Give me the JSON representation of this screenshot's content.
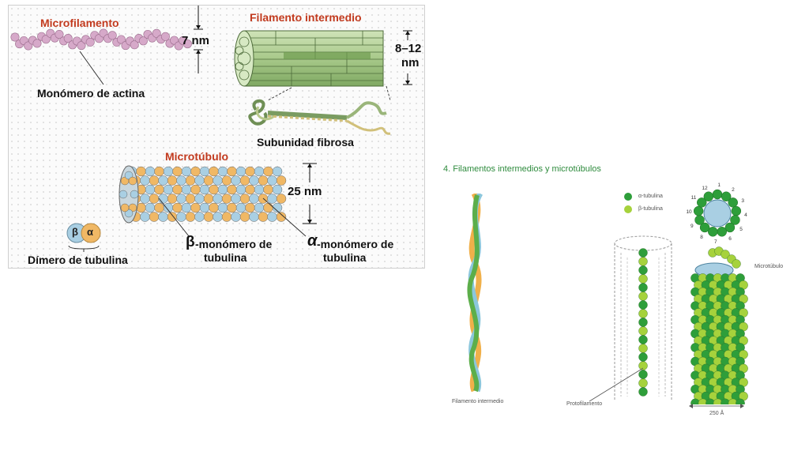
{
  "left_panel": {
    "microfilament_title": "Microfilamento",
    "microfilament_dim": "7 nm",
    "actin_monomer": "Monómero de actina",
    "intermediate_title": "Filamento intermedio",
    "intermediate_dim_top": "8–12",
    "intermediate_dim_bottom": "nm",
    "fibrous_subunit": "Subunidad fibrosa",
    "microtubule_title": "Microtúbulo",
    "microtubule_dim": "25 nm",
    "beta_symbol": "β",
    "alpha_symbol": "α",
    "tubulin_dimer": "Dímero de tubulina",
    "beta_monomer_line1": "-monómero de",
    "beta_monomer_line2": "tubulina",
    "alpha_monomer_line1": "-monómero de",
    "alpha_monomer_line2": "tubulina"
  },
  "right_panel": {
    "title": "4. Filamentos intermedios y microtúbulos",
    "legend_alpha": "α-tubulina",
    "legend_beta": "β-tubulina",
    "ring_numbers": [
      "1",
      "2",
      "3",
      "4",
      "5",
      "6",
      "7",
      "8",
      "9",
      "10",
      "11",
      "12"
    ],
    "microtubule_label": "Microtúbulo",
    "intermediate_label": "Filamento intermedio",
    "protofilament_label": "Protofilamento",
    "diameter_label": "250 Å"
  },
  "colors": {
    "title_red": "#c23a1e",
    "actin": "#d6a9c9",
    "tubulin_blue": "#a9cfe3",
    "tubulin_orange": "#f0b865",
    "if_green": "#a8c98a",
    "alpha_green": "#2e9e3a",
    "beta_green": "#a6d23c"
  }
}
